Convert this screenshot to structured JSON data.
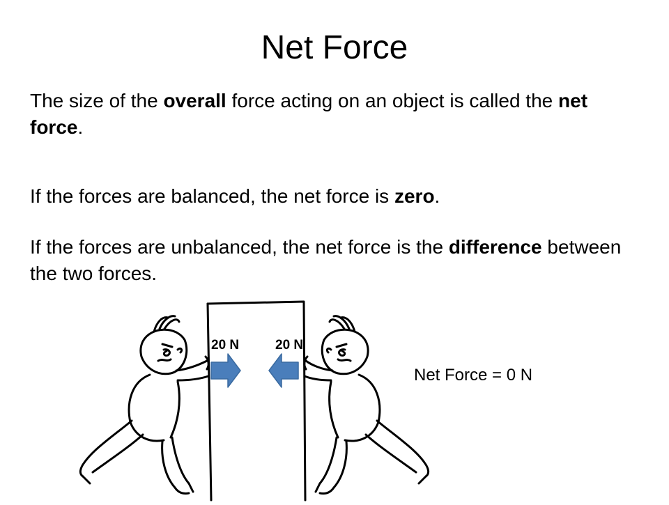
{
  "slide": {
    "title": "Net Force",
    "para1": {
      "t1": "The size of the ",
      "b1": "overall",
      "t2": " force acting on an object is called the ",
      "b2": "net force",
      "t3": "."
    },
    "para2": {
      "t1": "If the forces are balanced, the net force is ",
      "b1": "zero",
      "t2": "."
    },
    "para3": {
      "t1": "If the forces are unbalanced, the net force is the ",
      "b1": "difference",
      "t2": " between the two forces."
    },
    "illustration": {
      "left_force": "20 N",
      "right_force": "20 N",
      "arrow_color": "#4a7ebb"
    },
    "net_force_label": "Net Force = 0 N"
  }
}
